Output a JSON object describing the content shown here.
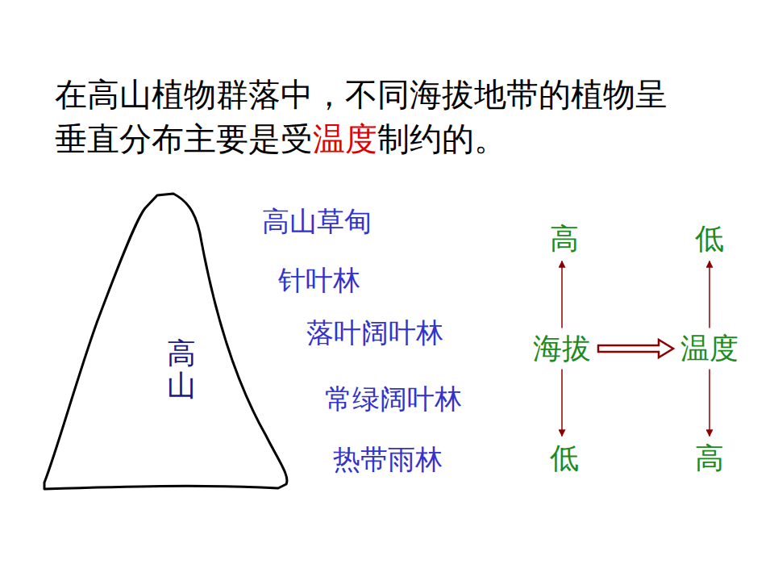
{
  "diagram": {
    "nodes": [
      {
        "text": [
          "高山"
        ]
      },
      {
        "text": [
          "高"
        ]
      },
      {
        "text": [
          "低"
        ]
      },
      {
        "text": [
          "海拔"
        ]
      },
      {
        "text": [
          "温度"
        ]
      },
      {
        "text": [
          "低"
        ]
      },
      {
        "text": [
          "高"
        ]
      }
    ],
    "edges": [
      {
        "from": 3,
        "to": 1,
        "arrow": "to"
      },
      {
        "from": 3,
        "to": 5,
        "arrow": "to"
      },
      {
        "from": 3,
        "to": 4,
        "arrow": "to"
      },
      {
        "from": 4,
        "to": 2,
        "arrow": "to"
      },
      {
        "from": 4,
        "to": 6,
        "arrow": "to"
      }
    ],
    "labels": [
      "在高山植物群落中，不同海拔地带的植物呈垂直分布主要是受",
      "温度",
      "制约的。",
      "高山草甸",
      "针叶林",
      "落叶阔叶林",
      "常绿阔叶林",
      "热带雨林"
    ]
  }
}
